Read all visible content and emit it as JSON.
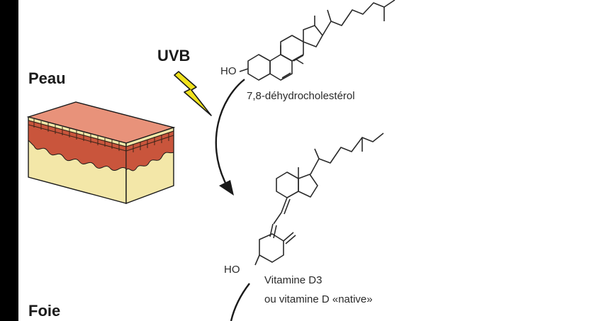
{
  "labels": {
    "skin": "Peau",
    "liver": "Foie",
    "uvb": "UVB",
    "precursor_name": "7,8-déhydrocholestérol",
    "vitd_name_line1": "Vitamine D3",
    "vitd_name_line2": "ou vitamine D «native»",
    "ho_top": "HO",
    "ho_bottom": "HO"
  },
  "icons": [
    "lightning-icon",
    "skin-block-icon",
    "curved-arrow-icon"
  ],
  "colors": {
    "lightning": "#f0e21c",
    "skin_top": "#e8927a",
    "skin_dermis": "#c9553c",
    "skin_base": "#f3e7a8",
    "ink": "#1a1a1a"
  }
}
